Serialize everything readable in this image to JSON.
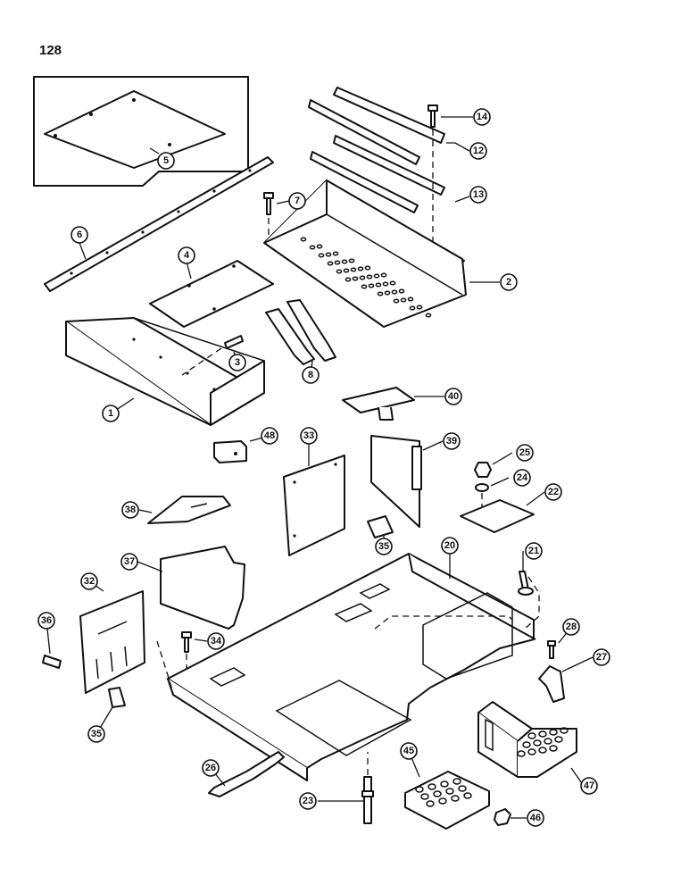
{
  "page": {
    "number": "128"
  },
  "callouts": [
    {
      "id": "c1",
      "label": "1"
    },
    {
      "id": "c2",
      "label": "2"
    },
    {
      "id": "c3",
      "label": "3"
    },
    {
      "id": "c4",
      "label": "4"
    },
    {
      "id": "c5",
      "label": "5"
    },
    {
      "id": "c6",
      "label": "6"
    },
    {
      "id": "c7",
      "label": "7"
    },
    {
      "id": "c8",
      "label": "8"
    },
    {
      "id": "c12",
      "label": "12"
    },
    {
      "id": "c13",
      "label": "13"
    },
    {
      "id": "c14",
      "label": "14"
    },
    {
      "id": "c20",
      "label": "20"
    },
    {
      "id": "c21",
      "label": "21"
    },
    {
      "id": "c22",
      "label": "22"
    },
    {
      "id": "c23",
      "label": "23"
    },
    {
      "id": "c24",
      "label": "24"
    },
    {
      "id": "c25",
      "label": "25"
    },
    {
      "id": "c26",
      "label": "26"
    },
    {
      "id": "c27",
      "label": "27"
    },
    {
      "id": "c28",
      "label": "28"
    },
    {
      "id": "c32",
      "label": "32"
    },
    {
      "id": "c33",
      "label": "33"
    },
    {
      "id": "c34",
      "label": "34"
    },
    {
      "id": "c35a",
      "label": "35"
    },
    {
      "id": "c35b",
      "label": "35"
    },
    {
      "id": "c36",
      "label": "36"
    },
    {
      "id": "c37",
      "label": "37"
    },
    {
      "id": "c38",
      "label": "38"
    },
    {
      "id": "c39",
      "label": "39"
    },
    {
      "id": "c40",
      "label": "40"
    },
    {
      "id": "c45",
      "label": "45"
    },
    {
      "id": "c46",
      "label": "46"
    },
    {
      "id": "c47",
      "label": "47"
    },
    {
      "id": "c48",
      "label": "48"
    }
  ]
}
